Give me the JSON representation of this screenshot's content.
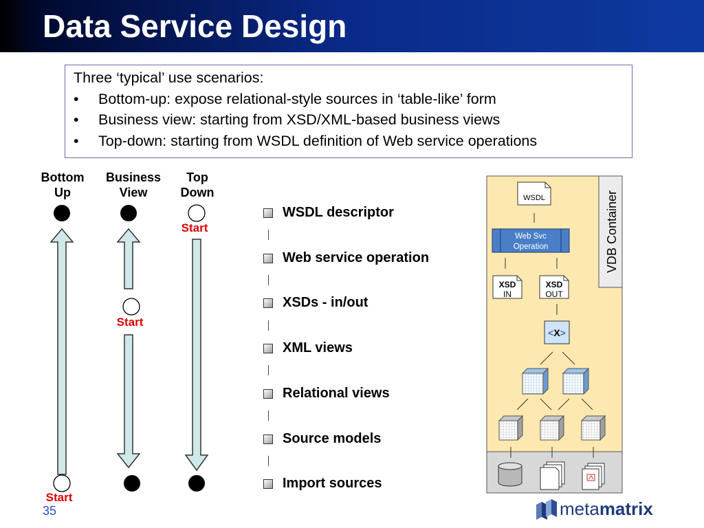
{
  "title": "Data Service Design",
  "intro": {
    "heading": "Three ‘typical’ use scenarios:",
    "bullet": "•",
    "items": [
      "Bottom-up: expose relational-style sources in ‘table-like’ form",
      "Business view: starting from XSD/XML-based business views",
      "Top-down: starting from WSDL definition of Web service operations"
    ]
  },
  "scenarios": [
    {
      "line1": "Bottom",
      "line2": "Up",
      "start": "Start"
    },
    {
      "line1": "Business",
      "line2": "View",
      "start": "Start"
    },
    {
      "line1": "Top",
      "line2": "Down",
      "start": "Start"
    }
  ],
  "steps": [
    "WSDL descriptor",
    "Web service operation",
    "XSDs - in/out",
    "XML views",
    "Relational views",
    "Source models",
    "Import sources"
  ],
  "diagram": {
    "container_label": "VDB Container",
    "wsdl": "WSDL",
    "operation_line1": "Web Svc",
    "operation_line2": "Operation",
    "xsd_in_line1": "XSD",
    "xsd_in_line2": "IN",
    "xsd_out_line1": "XSD",
    "xsd_out_line2": "OUT",
    "xml_symbol_left": "<",
    "xml_symbol_x": "X",
    "xml_symbol_right": ">"
  },
  "page_number": "35",
  "logo": {
    "part1": "meta",
    "part2": "matrix"
  },
  "colors": {
    "header": "#0e3aa0",
    "start": "#e00000",
    "container": "#fde8b0",
    "operation": "#4a7fc8",
    "arrow_fill": "#cfe8e8",
    "logo": "#1e3a78"
  }
}
